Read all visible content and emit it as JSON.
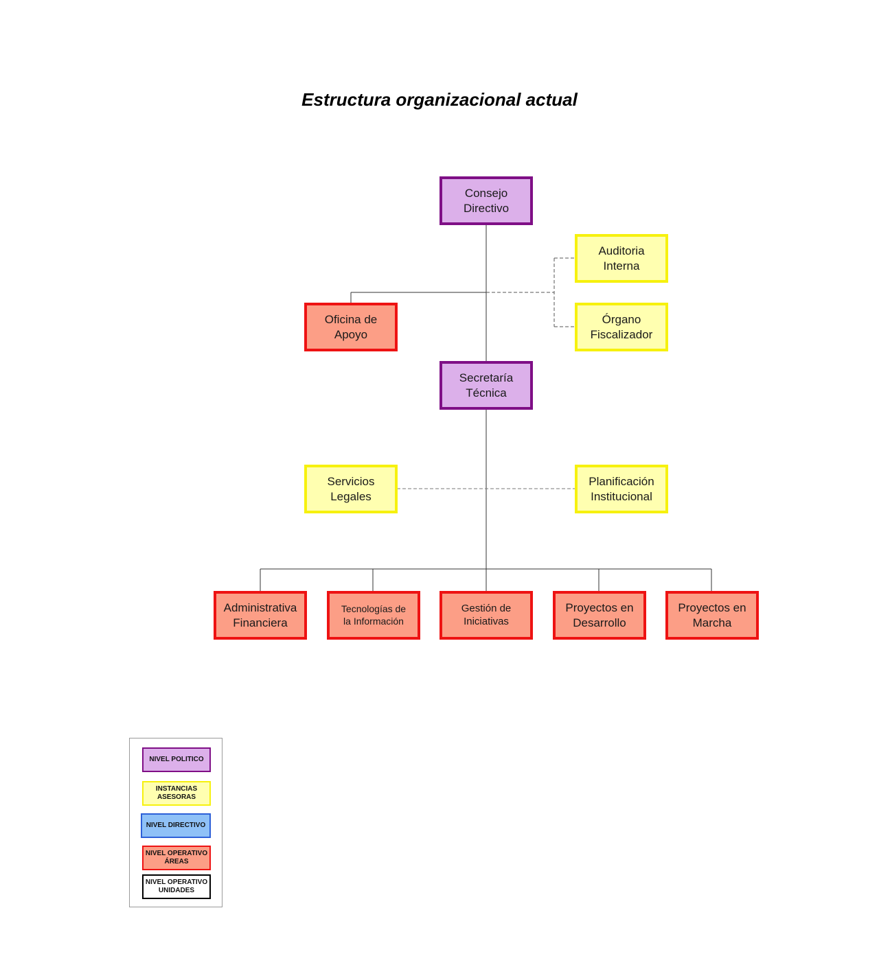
{
  "title": "Estructura organizacional actual",
  "nodes": {
    "consejo_directivo": "Consejo\nDirectivo",
    "auditoria_interna": "Auditoria\nInterna",
    "organo_fiscalizador": "Órgano\nFiscalizador",
    "oficina_apoyo": "Oficina de\nApoyo",
    "secretaria_tecnica": "Secretaría\nTécnica",
    "servicios_legales": "Servicios\nLegales",
    "planificacion": "Planificación\nInstitucional",
    "administrativa": "Administrativa\nFinanciera",
    "tecnologias": "Tecnologías de\nla Información",
    "gestion": "Gestión de\nIniciativas",
    "proyectos_desarrollo": "Proyectos en\nDesarrollo",
    "proyectos_marcha": "Proyectos en\nMarcha"
  },
  "legend": [
    {
      "label": "NIVEL POLITICO",
      "level": "politico",
      "color": "#dcb0ea"
    },
    {
      "label": "INSTANCIAS\nASESORAS",
      "level": "asesora",
      "color": "#ffffb0"
    },
    {
      "label": "NIVEL DIRECTIVO",
      "level": "directivo",
      "color": "#8fc1f7"
    },
    {
      "label": "NIVEL OPERATIVO\nÁREAS",
      "level": "operativo",
      "color": "#fc9e86"
    },
    {
      "label": "NIVEL OPERATIVO\nUNIDADES",
      "level": "unidades",
      "color": "#ffffff"
    }
  ]
}
